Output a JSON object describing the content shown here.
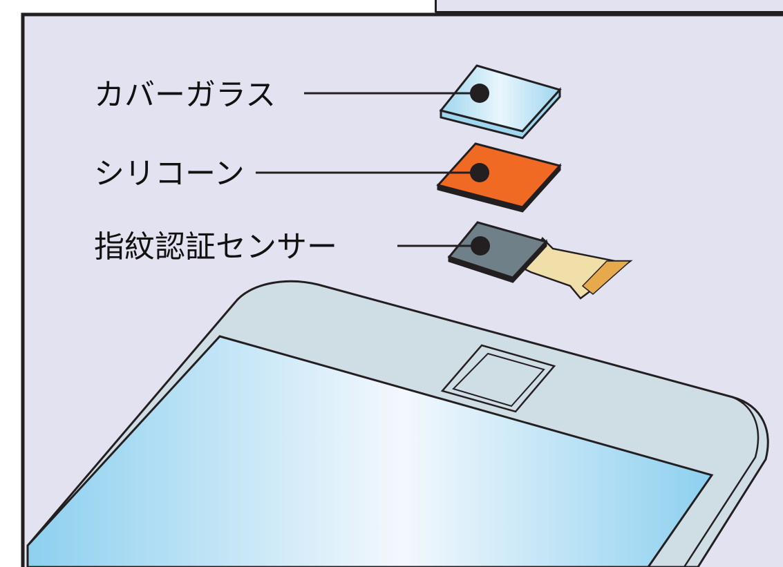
{
  "labels": {
    "cover_glass": "カバーガラス",
    "silicone": "シリコーン",
    "fingerprint_sensor": "指紋認証センサー"
  },
  "colors": {
    "background_panel": "#e3e2f0",
    "outline": "#231f20",
    "cover_glass_light": "#e9f6fc",
    "cover_glass_blue": "#9fd6f0",
    "silicone_orange": "#f06a23",
    "sensor_gray": "#6f8088",
    "flex_cable_tan": "#f1dfaa",
    "connector_gold": "#e6aa4c",
    "phone_body": "#cfdde5",
    "screen_light": "#f3f8fd",
    "screen_blue": "#8dd0ef"
  }
}
